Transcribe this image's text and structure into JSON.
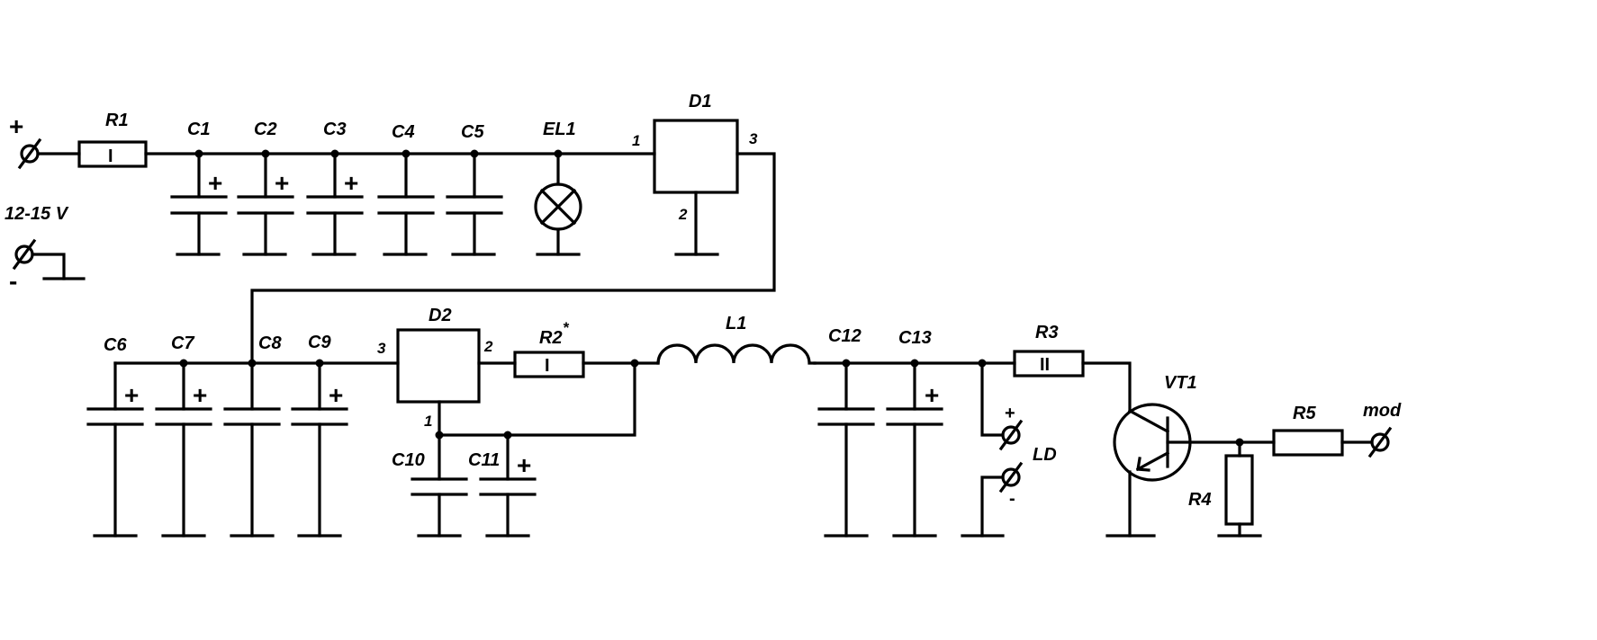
{
  "power": {
    "voltage": "12-15 V",
    "plus": "+",
    "minus": "-"
  },
  "components": {
    "R1": "R1",
    "R2": "R2",
    "R2_star": "*",
    "R3": "R3",
    "R4": "R4",
    "R5": "R5",
    "C1": "C1",
    "C2": "C2",
    "C3": "C3",
    "C4": "C4",
    "C5": "C5",
    "C6": "C6",
    "C7": "C7",
    "C8": "C8",
    "C9": "C9",
    "C10": "C10",
    "C11": "C11",
    "C12": "C12",
    "C13": "C13",
    "EL1": "EL1",
    "D1": "D1",
    "D2": "D2",
    "L1": "L1",
    "VT1": "VT1"
  },
  "pins": {
    "d1_in": "1",
    "d1_out": "3",
    "d1_gnd": "2",
    "d2_in": "3",
    "d2_out": "2",
    "d2_adj": "1"
  },
  "resistor_marks": {
    "R1": "I",
    "R2": "I",
    "R3": "II"
  },
  "polarity": {
    "plus": "+",
    "minus": "-"
  },
  "laser": {
    "label": "LD",
    "plus": "+",
    "minus": "-"
  },
  "output": {
    "label": "mod"
  }
}
